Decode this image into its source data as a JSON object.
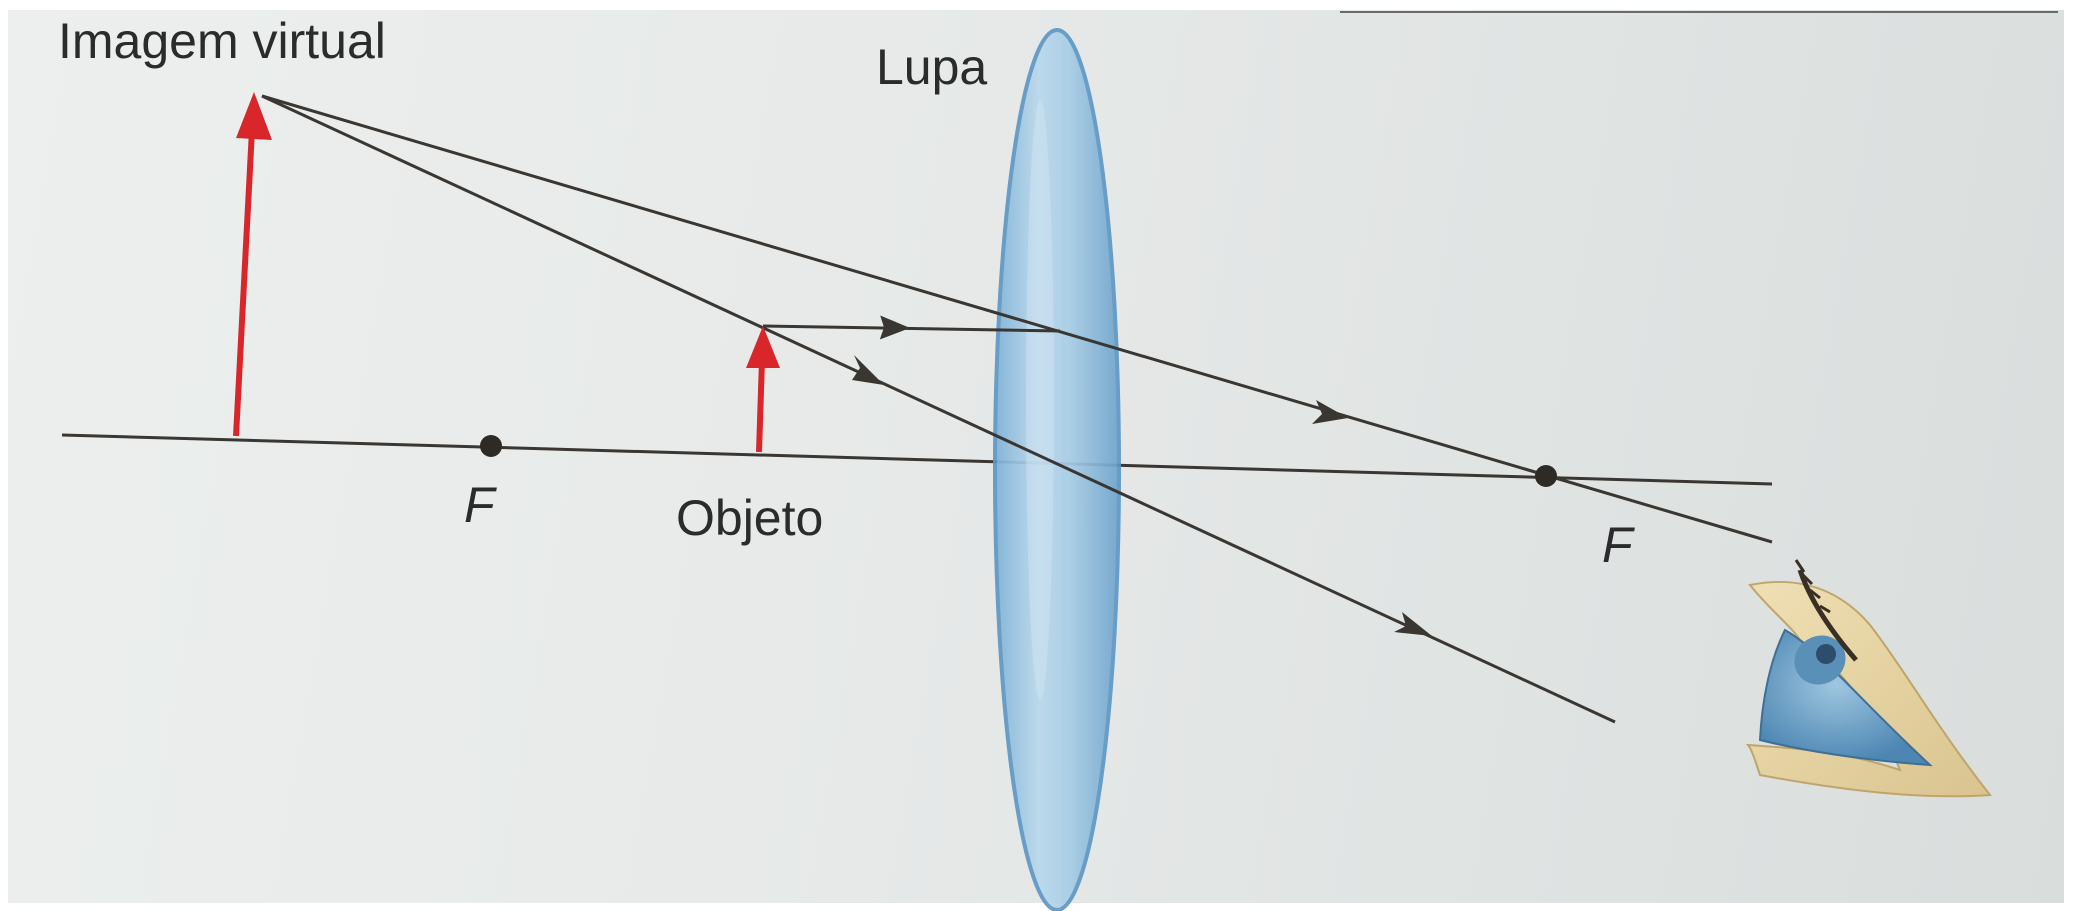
{
  "labels": {
    "virtual_image": "Imagem virtual",
    "lens": "Lupa",
    "object": "Objeto",
    "focus_left": "F",
    "focus_right": "F"
  },
  "colors": {
    "arrow_red": "#d8262a",
    "lens_blue": "#9cc6e2",
    "ray_dark": "#3a3631"
  },
  "icons": {
    "eye": "eye-icon"
  }
}
